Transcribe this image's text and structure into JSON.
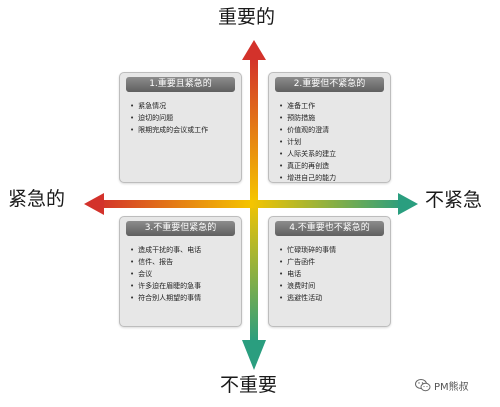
{
  "axes": {
    "top": "重要的",
    "bottom": "不重要",
    "left": "紧急的",
    "right": "不紧急"
  },
  "colors": {
    "arrow_red": "#d3322b",
    "arrow_yellow": "#f5c400",
    "arrow_green": "#2a9e7f",
    "header_gray": "#707070",
    "panel_gray": "#e7e7e7"
  },
  "quadrants": [
    {
      "title": "1.重要且紧急的",
      "items": [
        "紧急情况",
        "迫切的问题",
        "限期完成的会议或工作"
      ]
    },
    {
      "title": "2.重要但不紧急的",
      "items": [
        "准备工作",
        "预防措施",
        "价值观的澄清",
        "计划",
        "人际关系的建立",
        "真正的再创造",
        "增进自己的能力"
      ]
    },
    {
      "title": "3.不重要但紧急的",
      "items": [
        "造成干扰的事、电话",
        "信件、报告",
        "会议",
        "许多迫在眉睫的急事",
        "符合别人期望的事情"
      ]
    },
    {
      "title": "4.不重要也不紧急的",
      "items": [
        "忙碌琐碎的事情",
        "广告函件",
        "电话",
        "浪费时间",
        "逃避性活动"
      ]
    }
  ],
  "watermark": {
    "icon": "wechat-icon",
    "text": "PM熊叔"
  }
}
